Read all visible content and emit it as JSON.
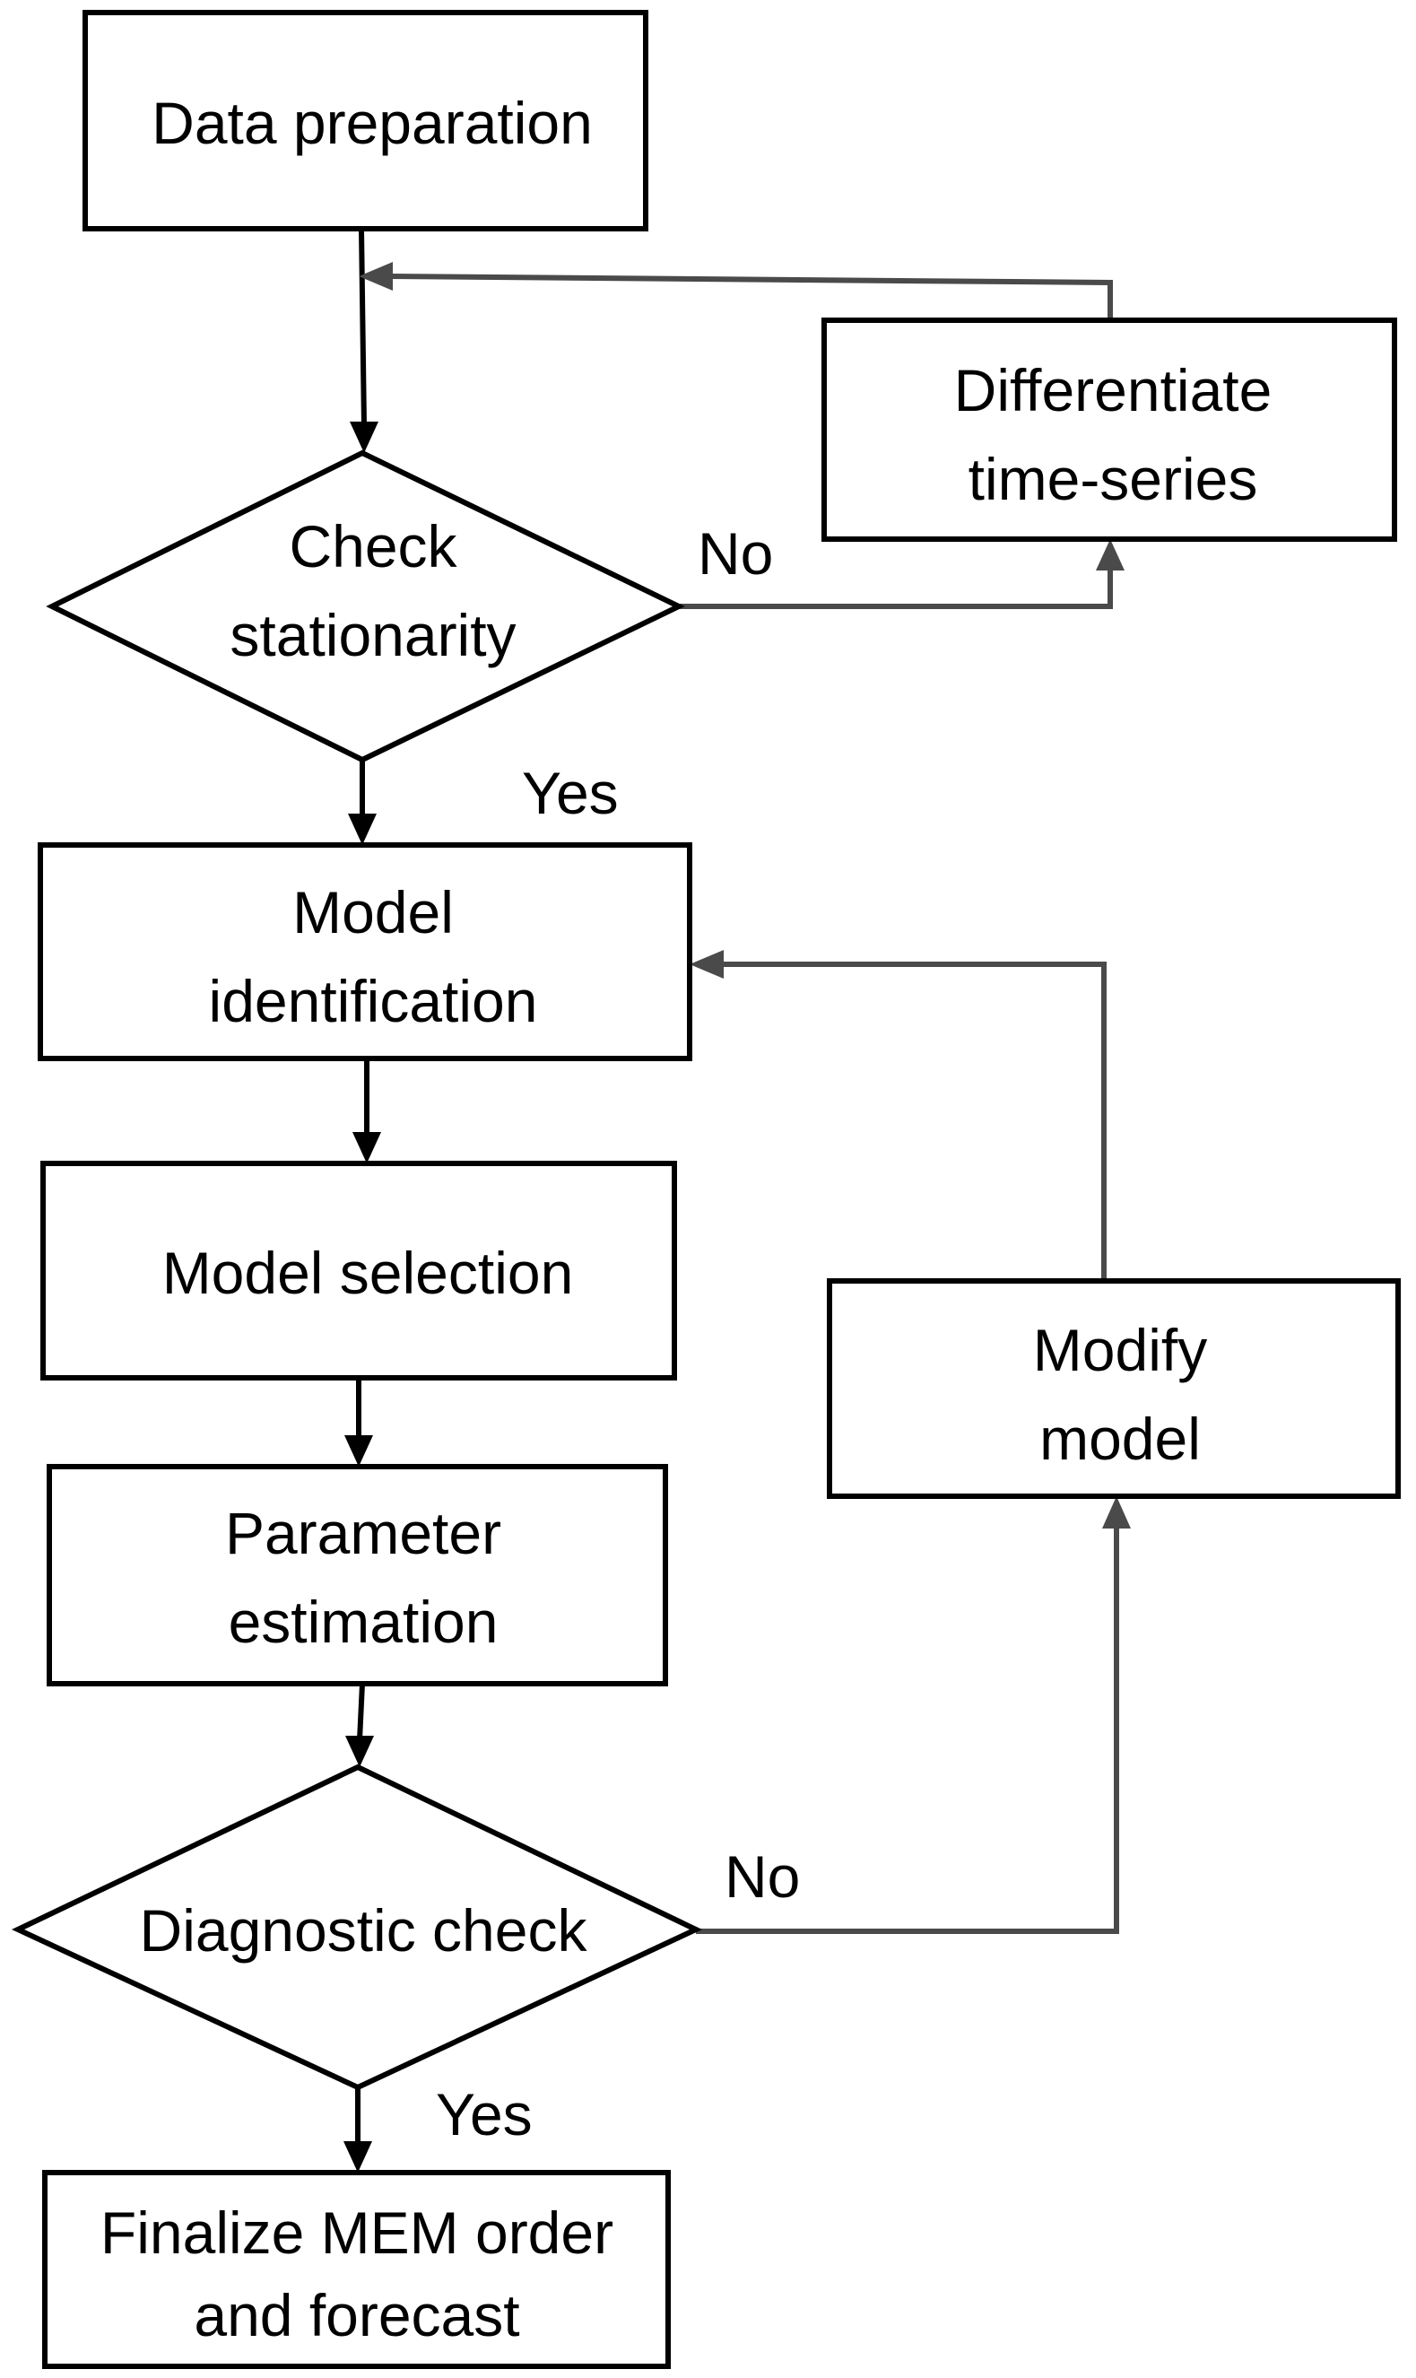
{
  "nodes": {
    "data_preparation": [
      "Data preparation"
    ],
    "check_stationarity": [
      "Check",
      "stationarity"
    ],
    "differentiate": [
      "Differentiate",
      "time-series"
    ],
    "model_identification": [
      "Model",
      "identification"
    ],
    "model_selection": [
      "Model selection"
    ],
    "parameter_estimation": [
      "Parameter",
      "estimation"
    ],
    "diagnostic_check": [
      "Diagnostic check"
    ],
    "modify_model": [
      "Modify",
      "model"
    ],
    "finalize": [
      "Finalize MEM order",
      "and forecast"
    ]
  },
  "edge_labels": {
    "stationarity_no": "No",
    "stationarity_yes": "Yes",
    "diagnostic_no": "No",
    "diagnostic_yes": "Yes"
  },
  "colors": {
    "main_flow": "#000000",
    "loop_flow": "#4a4a4a"
  }
}
